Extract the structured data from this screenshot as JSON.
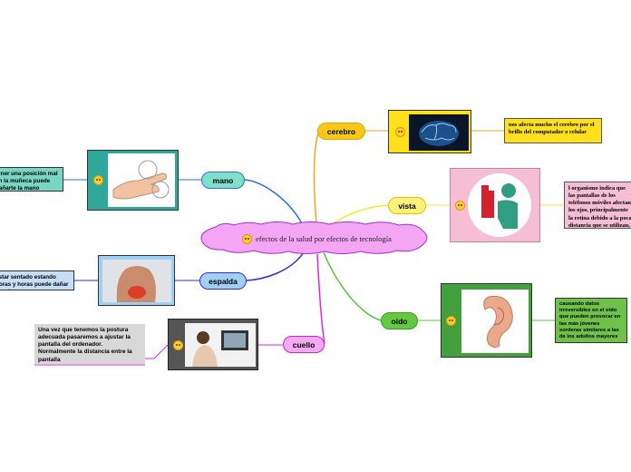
{
  "central": {
    "label": "efectos de la salud por efectos de tecnología",
    "icon": "heart-eyes-emoji-icon"
  },
  "branches": {
    "cerebro": {
      "label": "cerebro",
      "note": "nos afecta mucho el cerebro por el brillo del computador o celular",
      "image": "brain-image",
      "icon": "smiling-halo-emoji-icon"
    },
    "vista": {
      "label": "vista",
      "note": "l organismo indica que las pantallas de los teléfonos móviles afectan los ojos, principalmente la retina debido a la poca distancia que se utilizan,",
      "image": "eye-health-logo-image",
      "icon": "kiss-emoji-icon"
    },
    "oido": {
      "label": "oido",
      "note": "causando datos irreversibles en el oido que pueden provocar en las más jóvenes sorderas similares a las de los adultos mayores",
      "image": "ear-image",
      "icon": "grin-emoji-icon"
    },
    "mano": {
      "label": "mano",
      "note": "tener una posición mal en la muñeca puede dañarte la mano",
      "image": "wrist-pain-image",
      "icon": "grin-emoji-icon"
    },
    "espalda": {
      "label": "espalda",
      "note": "estar sentado estando horas y horas puede dañar la columna",
      "image": "back-pain-image",
      "icon": ""
    },
    "cuello": {
      "label": "cuello",
      "note": "Una vez que tenemos la postura adecuada pasaremos a ajustar la pantalla del ordenador. Normalmente la distancia entre la pantalla",
      "image": "computer-user-image",
      "icon": "sunglasses-emoji-icon"
    }
  },
  "colors": {
    "central_fill": "#f4a6f4",
    "central_stroke": "#a52ed1",
    "cerebro": "#f7c719",
    "vista": "#fff07a",
    "oido": "#63c940",
    "mano": "#7ee0c8",
    "espalda": "#9fcff2",
    "cuello": "#f4a9f3",
    "cerebro_note": "#ffe01b",
    "vista_note": "#f6bed4",
    "oido_note": "#6ec24a",
    "mano_note": "#79d6c2",
    "espalda_note": "#c6def7",
    "cuello_note": "#d8d8d8"
  }
}
